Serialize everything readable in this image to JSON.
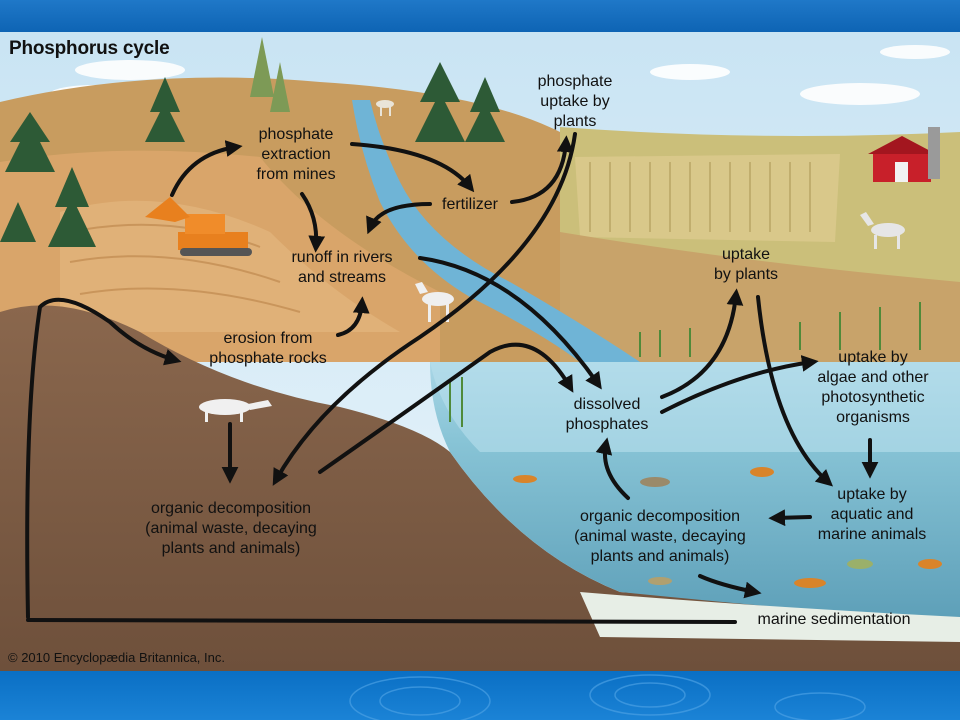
{
  "title": "Phosphorus cycle",
  "credit": "© 2010 Encyclopædia Britannica, Inc.",
  "labels": {
    "phosphate_extraction": "phosphate\nextraction\nfrom mines",
    "fertilizer": "fertilizer",
    "phosphate_uptake_by_plants": "phosphate\nuptake by\nplants",
    "runoff": "runoff in rivers\nand streams",
    "erosion": "erosion from\nphosphate rocks",
    "organic_decomposition_land": "organic decomposition\n(animal waste, decaying\nplants and animals)",
    "dissolved_phosphates": "dissolved\nphosphates",
    "uptake_by_plants": "uptake\nby plants",
    "uptake_by_algae": "uptake by\nalgae and other\nphotosynthetic\norganisms",
    "uptake_by_aquatic": "uptake by\naquatic and\nmarine animals",
    "organic_decomposition_water": "organic decomposition\n(animal waste, decaying\nplants and animals)",
    "marine_sedimentation": "marine sedimentation"
  },
  "colors": {
    "header_bar": "#1474c4",
    "sky": "#d8ecf7",
    "hill": "#c59b62",
    "soil": "#7a5a42",
    "water": "#8cc6d8",
    "arrow": "#111111"
  }
}
